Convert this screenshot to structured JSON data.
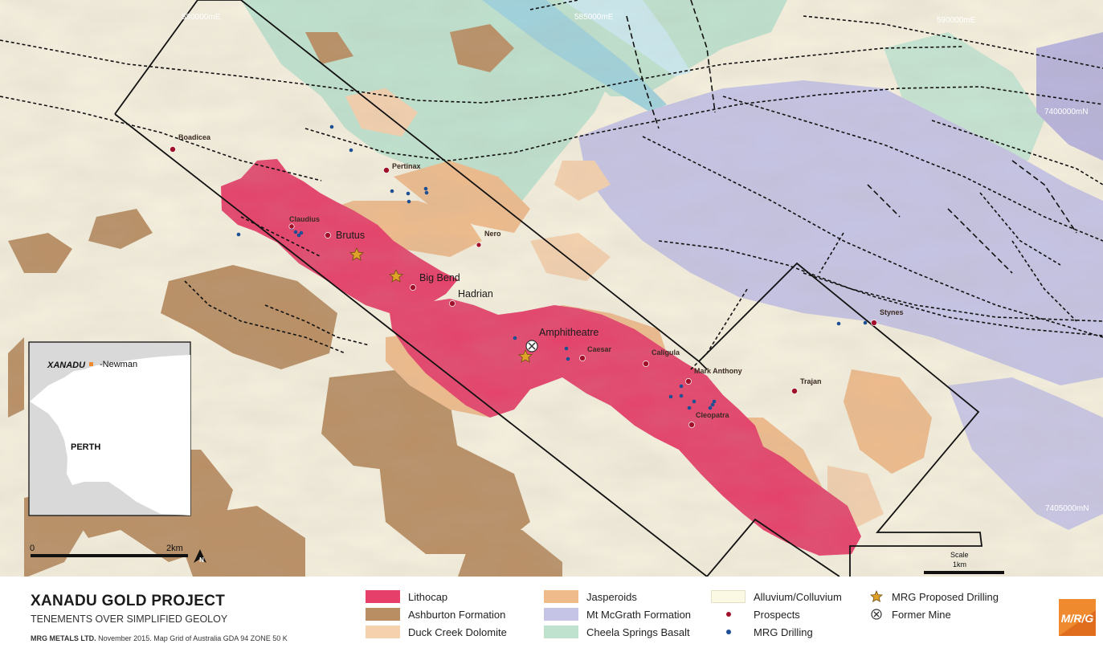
{
  "grid_labels": {
    "e1": "580000mE",
    "e2": "585000mE",
    "e3": "590000mE",
    "n1": "7400000mN",
    "n2": "7405000mN"
  },
  "prospects": [
    {
      "name": "Boadicea"
    },
    {
      "name": "Pertinax"
    },
    {
      "name": "Claudius"
    },
    {
      "name": "Brutus"
    },
    {
      "name": "Nero"
    },
    {
      "name": "Big Bend"
    },
    {
      "name": "Hadrian"
    },
    {
      "name": "Amphitheatre"
    },
    {
      "name": "Caesar"
    },
    {
      "name": "Caligula"
    },
    {
      "name": "Mark Anthony"
    },
    {
      "name": "Trajan"
    },
    {
      "name": "Cleopatra"
    },
    {
      "name": "Stynes"
    }
  ],
  "inset": {
    "xanadu": "XANADU",
    "newman": "-Newman",
    "perth": "PERTH"
  },
  "scalebar": {
    "zero": "0",
    "two_km": "2km",
    "north": "N",
    "scale_word": "Scale",
    "scale_unit": "1km"
  },
  "footer": {
    "title": "XANADU GOLD PROJECT",
    "subtitle": "TENEMENTS OVER SIMPLIFIED GEOLOY",
    "credit_company": "MRG METALS LTD.",
    "credit_rest": " November 2015. Map Grid of Australia GDA 94 ZONE 50 K"
  },
  "legend": [
    {
      "label": "Lithocap",
      "color": "#e6406a"
    },
    {
      "label": "Ashburton Formation",
      "color": "#b98e63"
    },
    {
      "label": "Duck Creek Dolomite",
      "color": "#f5d1ae"
    },
    {
      "label": "Jasperoids",
      "color": "#efbb8b"
    },
    {
      "label": "Mt McGrath Formation",
      "color": "#c6c4e6"
    },
    {
      "label": "Cheela Springs Basalt",
      "color": "#bfe2cf"
    },
    {
      "label": "Alluvium/Colluvium",
      "color": "#fbf8e4"
    },
    {
      "label": "Prospects",
      "color": "#a0102a"
    },
    {
      "label": "MRG Drilling",
      "color": "#1d4f94"
    },
    {
      "label": "MRG Proposed Drilling",
      "color": "#e0a128"
    },
    {
      "label": "Former Mine",
      "color": "#333333"
    }
  ],
  "logo": {
    "text": "M/R/G",
    "color": "#f08a2e"
  }
}
